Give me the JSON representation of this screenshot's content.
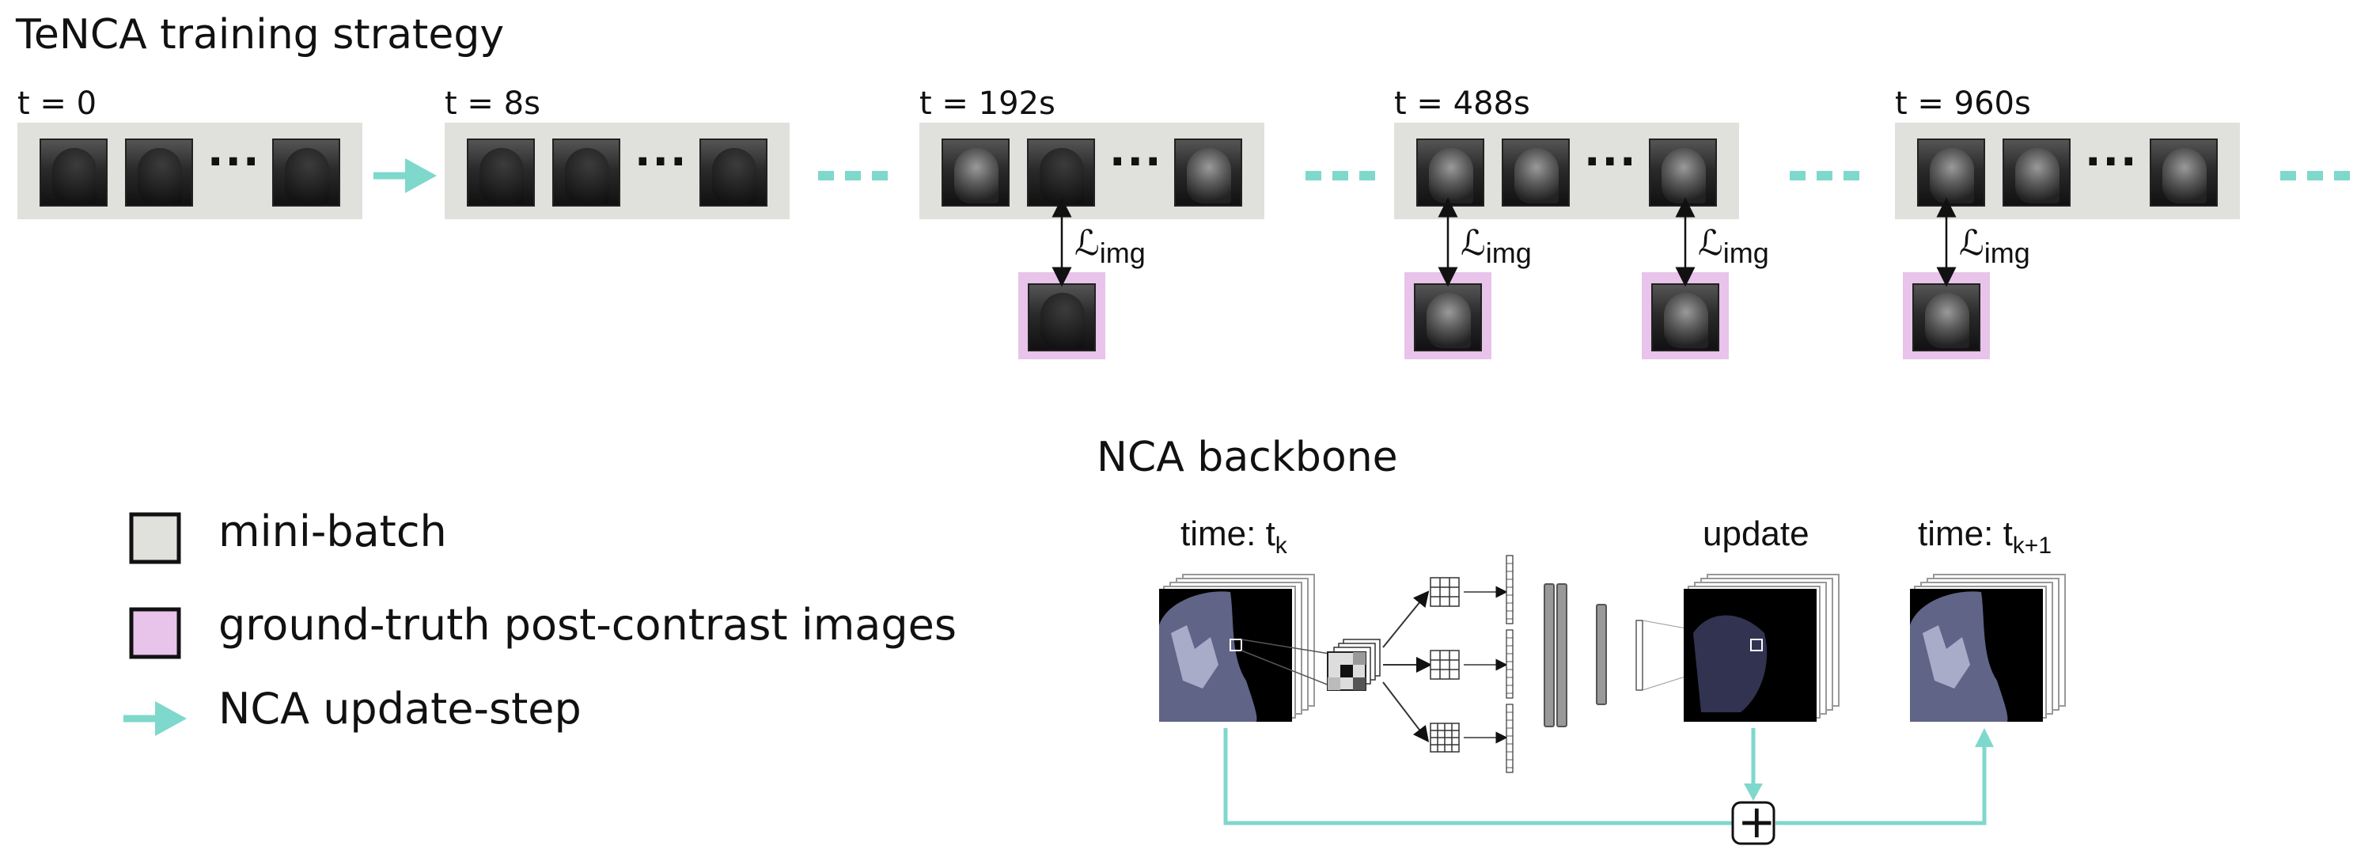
{
  "title": "TeNCA training strategy",
  "timesteps": [
    "t = 0",
    "t = 8s",
    "t = 192s",
    "t = 488s",
    "t = 960s"
  ],
  "ellipsis": "···",
  "loss": {
    "symbol": "ℒ",
    "subscript": "img"
  },
  "legend": {
    "items": [
      {
        "label": "mini-batch",
        "swatch": "#e0e0dd"
      },
      {
        "label": "ground-truth post-contrast images",
        "swatch": "#e8c3ea"
      },
      {
        "label": "NCA update-step",
        "swatch": "#7fd8cc"
      }
    ]
  },
  "backbone": {
    "title": "NCA backbone",
    "time_k": "time: t",
    "time_k_sub": "k",
    "update": "update",
    "time_k1": "time: t",
    "time_k1_sub": "k+1",
    "plus": "+"
  },
  "colors": {
    "teal": "#7fd8cc",
    "batch": "#e0e0dd",
    "gt": "#e8c3ea"
  }
}
